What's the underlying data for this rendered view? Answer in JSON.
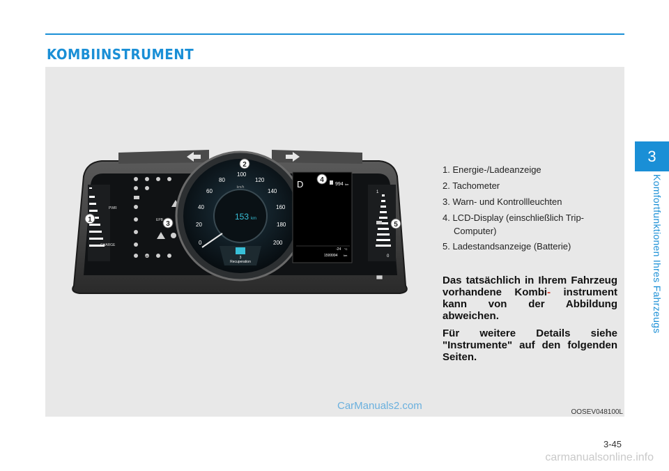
{
  "header": {
    "title": "KOMBIINSTRUMENT"
  },
  "chapter": {
    "number": "3",
    "title": "Komfortfunktionen Ihres Fahrzeugs"
  },
  "figure": {
    "markers": [
      "1",
      "2",
      "3",
      "4",
      "5"
    ],
    "speed_ticks": [
      "0",
      "20",
      "40",
      "60",
      "80",
      "100",
      "120",
      "140",
      "160",
      "180",
      "200"
    ],
    "unit": "km/h",
    "range": "153",
    "range_unit": "km",
    "gear": "D",
    "top_range": "994",
    "top_range_unit": "km",
    "temperature": "-24",
    "temperature_unit": "°C",
    "odometer": "1599994",
    "odometer_unit": "km",
    "mode_number": "3",
    "mode_label": "Recuperation",
    "power_label": "PWR",
    "charge_label": "CHARGE",
    "epb_label": "EPB",
    "abs_label": "ABS",
    "gauge_top": "1",
    "gauge_bottom": "0",
    "code": "OOSEV048100L"
  },
  "legend": [
    {
      "line": "1. Energie-/Ladeanzeige"
    },
    {
      "line": "2. Tachometer"
    },
    {
      "line": "3. Warn- und Kontrollleuchten"
    },
    {
      "line": "4. LCD-Display (einschließlich Trip-",
      "cont": "Computer)"
    },
    {
      "line": "5. Ladestandsanzeige (Batterie)"
    }
  ],
  "note": {
    "p1_a": "Das tatsächlich in Ihrem Fahrzeug vorhandene Kombi",
    "p1_hyphen": "-",
    "p1_b": "instrument kann von der Abbildung abweichen.",
    "p2": "Für weitere Details siehe \"Instrumente\" auf den folgenden Seiten."
  },
  "watermark": "CarManuals2.com",
  "page_number": "3-45",
  "footer_watermark": "carmanualsonline.info"
}
